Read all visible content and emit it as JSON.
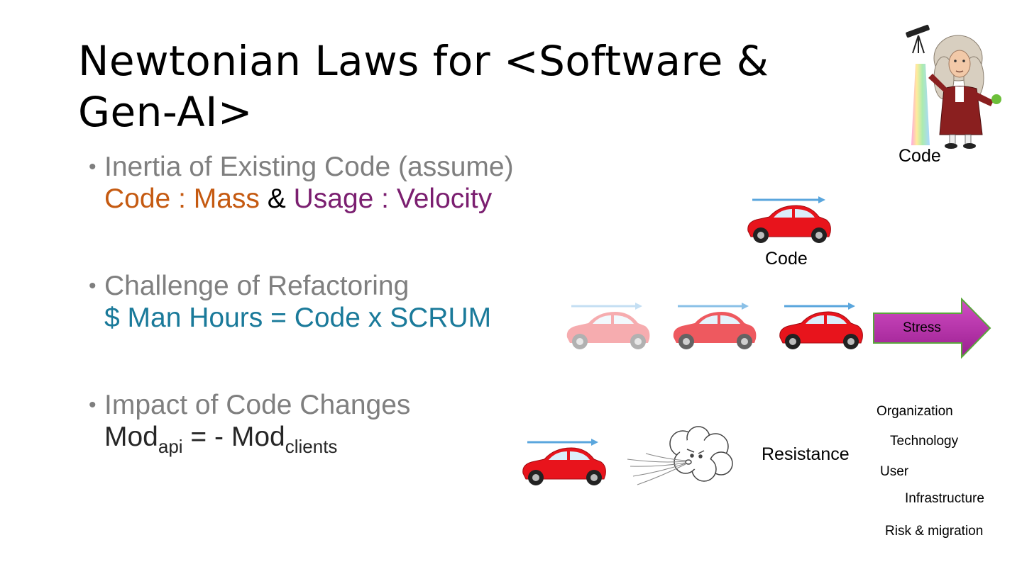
{
  "title": "Newtonian Laws for <Software & Gen-AI>",
  "bullets": [
    {
      "heading": "Inertia of Existing Code (assume)",
      "parts": [
        "Code : Mass",
        " & ",
        "Usage : Velocity"
      ]
    },
    {
      "heading": "Challenge of Refactoring",
      "formula": "$ Man Hours = Code x SCRUM"
    },
    {
      "heading": "Impact of Code Changes",
      "mod": "Mod",
      "sub_api": "api",
      "equals": " = - ",
      "mod2": "Mod",
      "sub_clients": "clients"
    }
  ],
  "newton_label": "Code",
  "car_label": "Code",
  "stress_label": "Stress",
  "resistance_label": "Resistance",
  "resistance_items": [
    "Organization",
    "Technology",
    "User",
    "Infrastructure",
    "Risk & migration"
  ],
  "colors": {
    "car_red": "#e8141c",
    "arrow_blue": "#5aa6dd",
    "stress_purple": "#c030b0",
    "stress_border": "#5aa63c"
  },
  "icons": [
    "bullet-dot",
    "car-icon",
    "motion-arrow",
    "wind-cloud-icon",
    "newton-figure",
    "telescope-icon",
    "stress-arrow"
  ]
}
